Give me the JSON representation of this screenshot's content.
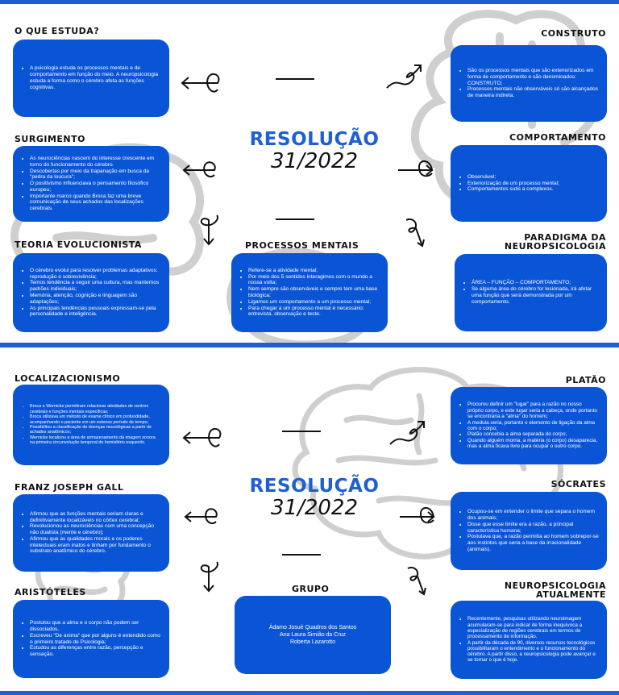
{
  "colors": {
    "accent": "#1f5fd4",
    "box": "#0a55d6",
    "text_dark": "#111111",
    "watermark": "#cfcfcf"
  },
  "page1": {
    "center": {
      "title": "RESOLUÇÃO",
      "subtitle": "31/2022"
    },
    "o_que_estuda": {
      "title": "O QUE ESTUDA?",
      "items": [
        "A psicologia estuda os processos mentais e de comportamento em função do meio. A neuropsicologia estuda a forma como o cérebro afeta as funções cognitivas."
      ]
    },
    "surgimento": {
      "title": "SURGIMENTO",
      "items": [
        "As neurociências nascem do interesse crescente em torno do funcionamento do cérebro.",
        "Descobertas por meio da trapanação em busca da \"pedra da loucura\";",
        "O positivismo influenciava o pensamento filosófico europeu;",
        "Importante marco quando Broca faz uma breve comunicação de seus achados das localizações cerebrais."
      ]
    },
    "teoria": {
      "title": "TEORIA EVOLUCIONISTA",
      "items": [
        "O cérebro evolui para resolver problemas adaptativos: reprodução e sobrevivência;",
        "Temos tendência a seguir uma cultura, mas mantemos padrões individuais;",
        "Memória, atenção, cognição e linguagem são adaptações;",
        "As principais tendências pessoais expressam-se pela personalidade e inteligência."
      ]
    },
    "processos": {
      "title": "PROCESSOS MENTAIS",
      "items": [
        "Refere-se a atividade mental;",
        "Por meio dos 5 sentidos interagimos com o mundo a nossa volta;",
        "Nem sempre são observáveis e sempre tem uma base biológica;",
        "Ligamos um comportamento a um processo mental;",
        "Para chegar a um processo mental é necessário: entrevista, observação e teste."
      ]
    },
    "construto": {
      "title": "CONSTRUTO",
      "items": [
        "São os processos mentais que são exteriorizados em forma de comportamento e são denominados: CONSTRUTO;",
        "Processos mentais não observáveis só são alcançados de maneira indireta."
      ]
    },
    "comportamento": {
      "title": "COMPORTAMENTO",
      "items": [
        "Observável;",
        "Exteriorização de um processo mental;",
        "Comportamentos sutis a complexos."
      ]
    },
    "paradigma": {
      "title_line1": "PARADIGMA DA",
      "title_line2": "NEUROPSICOLOGIA",
      "items": [
        "ÁREA – FUNÇÃO – COMPORTAMENTO;",
        "Se alguma área do cérebro for lesionada, irá afetar uma função que será demonstrada por um comportamento."
      ]
    }
  },
  "page2": {
    "center": {
      "title": "RESOLUÇÃO",
      "subtitle": "31/2022"
    },
    "localizacionismo": {
      "title": "LOCALIZACIONISMO",
      "items": [
        "Broca e Wernicke permitiram relacionar atividades de centros cerebrais e funções mentais específicas;",
        "Broca utilizava um método de exame clínico em profundidade, acompanhando o paciente em um extenso período de tempo;",
        "Possibilitou a classificação de doenças neurológicas a partir de achados anatômicos;",
        "Wernicke localizou a área de armazenamento da imagem sonora na primeira circunvolução temporal do hemisfério esquerdo."
      ]
    },
    "gall": {
      "title": "FRANZ JOSEPH GALL",
      "items": [
        "Afirmou que as funções mentais seriam claras e definitivamente localizáveis no córtex cerebral;",
        "Revolucionou as neurociências com uma concepção não dualista (mente e cérebro);",
        "Afirmou que as qualidades morais e os poderes intelectuais eram inatos e tinham por fundamento o substrato anatômico do cérebro."
      ]
    },
    "aristoteles": {
      "title": "ARISTÓTELES",
      "items": [
        "Postulou que a alma e o corpo não podem ser dissociados.",
        "Escreveu \"De anima\" que por alguns é entendido como o primeiro tratado de Psicologia;",
        "Estudou as diferenças entre razão, percepção e sensação."
      ]
    },
    "grupo": {
      "title": "GRUPO",
      "names": [
        "Ádamo Josué Quadros dos Santos",
        "Ana Laura Simião da Cruz",
        "Roberta Lazarotto"
      ]
    },
    "platao": {
      "title": "PLATÃO",
      "items": [
        "Procurou definir um \"lugar\" para a razão no nosso próprio corpo, e este lugar seria a cabeça, onde portanto se encontraria a \"alma\" do homem;",
        "A medula seria, portanto o elemento de ligação da alma com o corpo;",
        "Platão concebia a alma separada do corpo;",
        "Quando alguém morria, a matéria (o corpo) desaparecia, mas a alma ficava livre para ocupar o outro corpo."
      ]
    },
    "socrates": {
      "title": "SÓCRATES",
      "items": [
        "Ocupou-se em entender o limite que separa o homem dos animais;",
        "Disse que esse limite era a razão, a principal característica humana;",
        "Postulava que, a razão permitia ao homem sobrepor-se aos instintos que seria a base da irracionalidade (animais)."
      ]
    },
    "neuro_atual": {
      "title_line1": "NEUROPSICOLOGIA",
      "title_line2": "ATUALMENTE",
      "items": [
        "Recentemente, pesquisas utilizando neuroimagem acumularam-se para indicar de forma inequívoca a especialização de regiões cerebrais em termos de processamento de informação.",
        "A partir da década de 90, diversos recursos tecnológicos possibilitaram o entendimento e o funcionamento do cérebro. A partir disso, a neuropsicologia pode avançar e se tornar o que é hoje."
      ]
    }
  }
}
